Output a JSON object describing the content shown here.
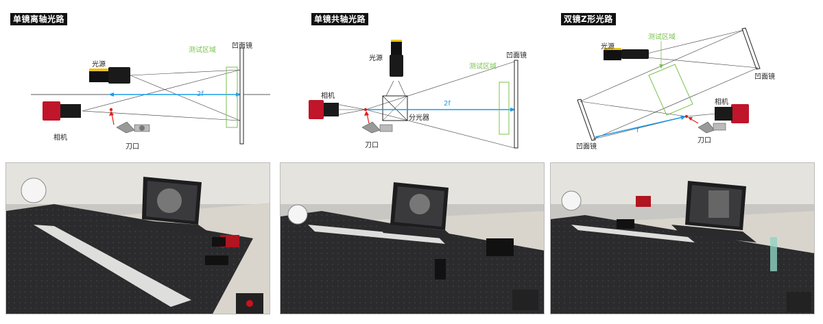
{
  "colors": {
    "measure_zone": "#79c24b",
    "focal_line": "#1c9be8",
    "knife_edge_marker": "#e0201a",
    "camera_body": "#c0152a",
    "title_bg": "#111111"
  },
  "panels": [
    {
      "title": "单镜离轴光路",
      "labels": {
        "light_source": "光源",
        "camera": "相机",
        "knife_edge": "刀口",
        "concave_mirror": "凹面镜",
        "test_area": "测试区域",
        "focal": "2f"
      }
    },
    {
      "title": "单镜共轴光路",
      "labels": {
        "light_source": "光源",
        "camera": "相机",
        "knife_edge": "刀口",
        "concave_mirror": "凹面镜",
        "test_area": "测试区域",
        "beam_splitter": "分光器",
        "focal": "2f"
      }
    },
    {
      "title": "双镜Z形光路",
      "labels": {
        "light_source": "光源",
        "camera": "相机",
        "knife_edge": "刀口",
        "concave_mirror_top": "凹面镜",
        "concave_mirror_bottom": "凹面镜",
        "test_area": "测试区域",
        "focal": "f"
      }
    }
  ],
  "photos": [
    {
      "icon": "setup-photo-single-mirror-off-axis"
    },
    {
      "icon": "setup-photo-single-mirror-coaxial"
    },
    {
      "icon": "setup-photo-dual-mirror-z"
    }
  ]
}
